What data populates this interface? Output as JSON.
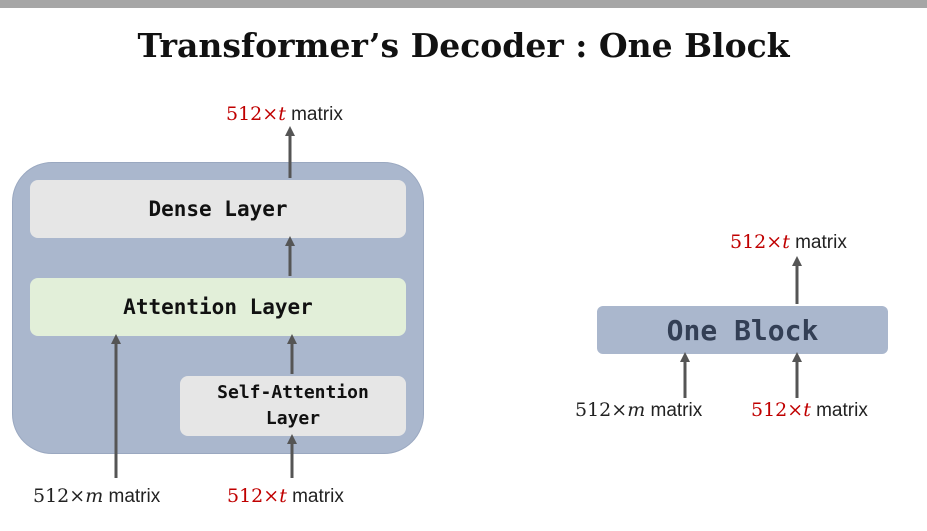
{
  "title": "Transformer’s Decoder : One Block",
  "left_diagram": {
    "dense_layer": "Dense Layer",
    "attention_layer": "Attention Layer",
    "self_attention_line1": "Self-Attention",
    "self_attention_line2": "Layer",
    "output_label": {
      "dim": "512×",
      "var": "t",
      "word": "matrix"
    },
    "input_m_label": {
      "dim": "512×",
      "var": "m",
      "word": "matrix"
    },
    "input_t_label": {
      "dim": "512×",
      "var": "t",
      "word": "matrix"
    }
  },
  "right_diagram": {
    "block_label": "One Block",
    "output_label": {
      "dim": "512×",
      "var": "t",
      "word": "matrix"
    },
    "input_m_label": {
      "dim": "512×",
      "var": "m",
      "word": "matrix"
    },
    "input_t_label": {
      "dim": "512×",
      "var": "t",
      "word": "matrix"
    }
  },
  "colors": {
    "panel": "#aab7cd",
    "box_gray": "#e6e6e6",
    "box_green": "#e2efd9",
    "highlight_red": "#c00000",
    "arrow": "#555555"
  }
}
